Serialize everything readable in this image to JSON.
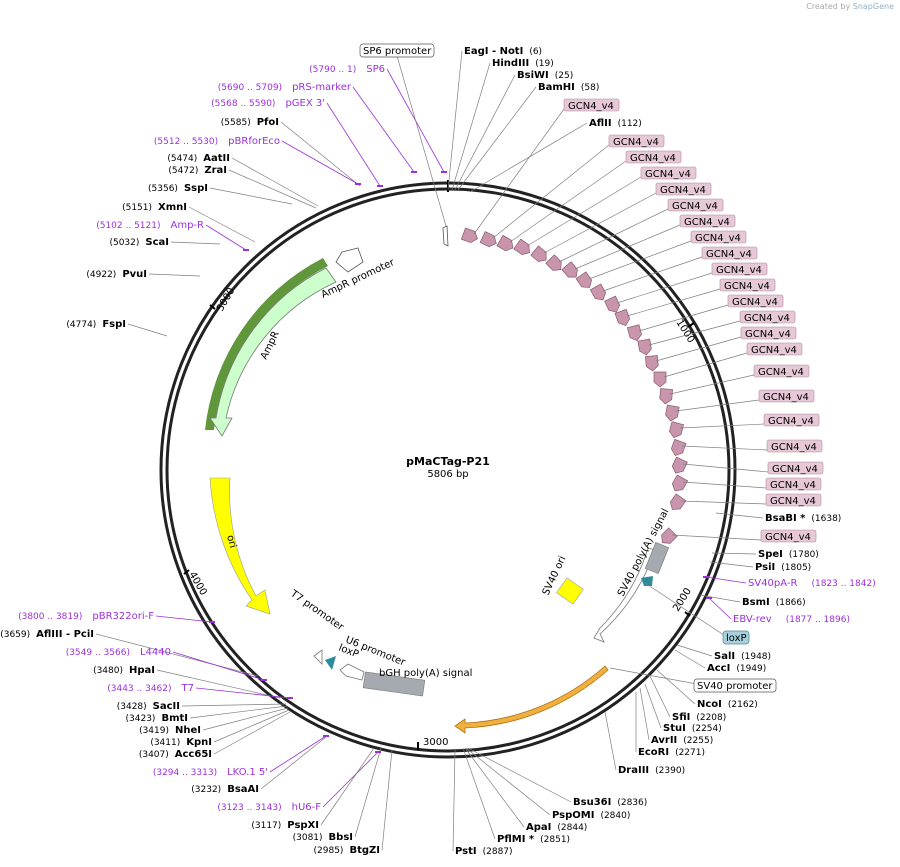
{
  "credit": {
    "prefix": "Created by",
    "brand": "SnapGene"
  },
  "plasmid": {
    "name": "pMaCTag-P21",
    "length_label": "5806 bp",
    "length": 5806
  },
  "ticks": [
    "1000",
    "2000",
    "3000",
    "4000",
    "5000"
  ],
  "colors": {
    "gcn4": "#c995ad",
    "ampr": "#ccffcc",
    "ori": "#ffff00",
    "sv40ori": "#ffff00",
    "polyA": "#a5a9b0",
    "loxp": "#2e8b9a",
    "primer": "#9b30d9",
    "orange_arrow": "#f0b040"
  },
  "sites": [
    {
      "name": "EagI  - NotI",
      "pos": "(6)"
    },
    {
      "name": "HindIII",
      "pos": "(19)"
    },
    {
      "name": "BsiWI",
      "pos": "(25)"
    },
    {
      "name": "BamHI",
      "pos": "(58)"
    },
    {
      "name": "AflII",
      "pos": "(112)"
    },
    {
      "name": "BsaBI *",
      "pos": "(1638)"
    },
    {
      "name": "SpeI",
      "pos": "(1780)"
    },
    {
      "name": "PsiI",
      "pos": "(1805)"
    },
    {
      "name": "BsmI",
      "pos": "(1866)"
    },
    {
      "name": "SalI",
      "pos": "(1948)"
    },
    {
      "name": "AccI",
      "pos": "(1949)"
    },
    {
      "name": "NcoI",
      "pos": "(2162)"
    },
    {
      "name": "SfiI",
      "pos": "(2208)"
    },
    {
      "name": "StuI",
      "pos": "(2254)"
    },
    {
      "name": "AvrII",
      "pos": "(2255)"
    },
    {
      "name": "EcoRI",
      "pos": "(2271)"
    },
    {
      "name": "DraIII",
      "pos": "(2390)"
    },
    {
      "name": "Bsu36I",
      "pos": "(2836)"
    },
    {
      "name": "PspOMI",
      "pos": "(2840)"
    },
    {
      "name": "ApaI",
      "pos": "(2844)"
    },
    {
      "name": "PflMI *",
      "pos": "(2851)"
    },
    {
      "name": "PstI",
      "pos": "(2887)"
    },
    {
      "name": "BtgZI",
      "pos": "(2985)"
    },
    {
      "name": "BbsI",
      "pos": "(3081)"
    },
    {
      "name": "PspXI",
      "pos": "(3117)"
    },
    {
      "name": "BsaAI",
      "pos": "(3232)"
    },
    {
      "name": "Acc65I",
      "pos": "(3407)"
    },
    {
      "name": "KpnI",
      "pos": "(3411)"
    },
    {
      "name": "NheI",
      "pos": "(3419)"
    },
    {
      "name": "BmtI",
      "pos": "(3423)"
    },
    {
      "name": "SacII",
      "pos": "(3428)"
    },
    {
      "name": "HpaI",
      "pos": "(3480)"
    },
    {
      "name": "AflIII  - PciI",
      "pos": "(3659)"
    },
    {
      "name": "FspI",
      "pos": "(4774)"
    },
    {
      "name": "PvuI",
      "pos": "(4922)"
    },
    {
      "name": "ScaI",
      "pos": "(5032)"
    },
    {
      "name": "XmnI",
      "pos": "(5151)"
    },
    {
      "name": "SspI",
      "pos": "(5356)"
    },
    {
      "name": "ZraI",
      "pos": "(5472)"
    },
    {
      "name": "AatII",
      "pos": "(5474)"
    },
    {
      "name": "PfoI",
      "pos": "(5585)"
    }
  ],
  "primers": [
    {
      "name": "SP6",
      "range": "(5790 .. 1)"
    },
    {
      "name": "pRS-marker",
      "range": "(5690 .. 5709)"
    },
    {
      "name": "pGEX 3'",
      "range": "(5568 .. 5590)"
    },
    {
      "name": "pBRforEco",
      "range": "(5512 .. 5530)"
    },
    {
      "name": "Amp-R",
      "range": "(5102 .. 5121)"
    },
    {
      "name": "SV40pA-R",
      "range": "(1823 .. 1842)"
    },
    {
      "name": "EBV-rev",
      "range": "(1877 .. 1896)"
    },
    {
      "name": "pBR322ori-F",
      "range": "(3800 .. 3819)"
    },
    {
      "name": "L4440",
      "range": "(3549 .. 3566)"
    },
    {
      "name": "T7",
      "range": "(3443 .. 3462)"
    },
    {
      "name": "LKO.1 5'",
      "range": "(3294 .. 3313)"
    },
    {
      "name": "hU6-F",
      "range": "(3123 .. 3143)"
    }
  ],
  "boxed": {
    "sp6_promoter": "SP6 promoter",
    "gcn4": "GCN4_v4",
    "loxp": "loxP",
    "sv40_promoter": "SV40 promoter"
  },
  "features": {
    "ampr": "AmpR",
    "ampr_promoter": "AmpR promoter",
    "ori": "ori",
    "sv40_ori": "SV40 ori",
    "sv40_polya": "SV40 poly(A) signal",
    "t7_promoter": "T7 promoter",
    "u6_promoter": "U6 promoter",
    "loxp": "loxP",
    "bgh_polya": "bGH poly(A) signal"
  }
}
